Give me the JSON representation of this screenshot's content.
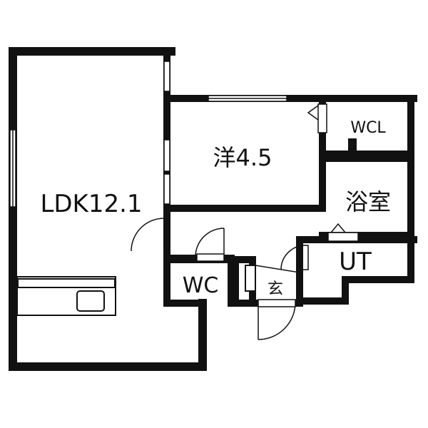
{
  "floorplan": {
    "colors": {
      "wall": "#111111",
      "window": "#ffffff",
      "background": "#ffffff"
    },
    "rooms": {
      "ldk": "LDK12.1",
      "western_room": "洋4.5",
      "wcl": "WCL",
      "bath": "浴室",
      "ut": "UT",
      "wc": "WC",
      "entrance": "玄"
    }
  }
}
